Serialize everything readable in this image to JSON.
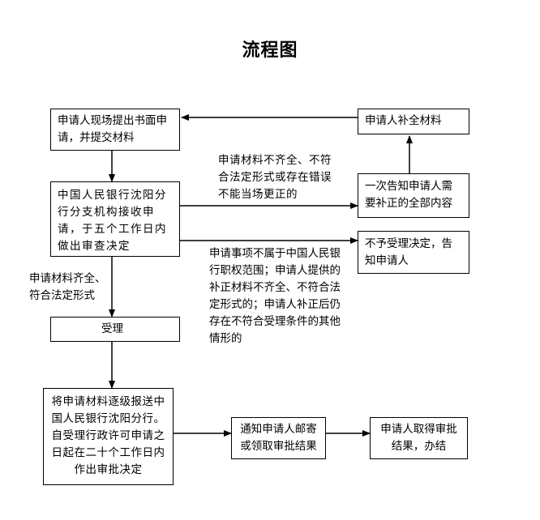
{
  "title": "流程图",
  "boxes": {
    "submit": "申请人现场提出书面申请，并提交材料",
    "supplement": "申请人补全材料",
    "notify_once": "一次告知申请人需要补正的全部内容",
    "receive": "中国人民银行沈阳分行分支机构接收申请，于五个工作日内做出审查决定",
    "reject": "不予受理决定，告知申请人",
    "accept": "受理",
    "forward": "将申请材料逐级报送中国人民银行沈阳分行。自受理行政许可申请之日起在二十个工作日内作出审批决定",
    "notify_result": "通知申请人邮寄或领取审批结果",
    "obtain": "申请人取得审批结果，办结"
  },
  "labels": {
    "incomplete": "申请材料不齐全、不符合法定形式或存在错误不能当场更正的",
    "complete": "申请材料齐全、符合法定形式",
    "reject_reason": "申请事项不属于中国人民银行职权范围；申请人提供的补正材料不齐全、不符合法定形式的；申请人补正后仍存在不符合受理条件的其他情形的"
  }
}
